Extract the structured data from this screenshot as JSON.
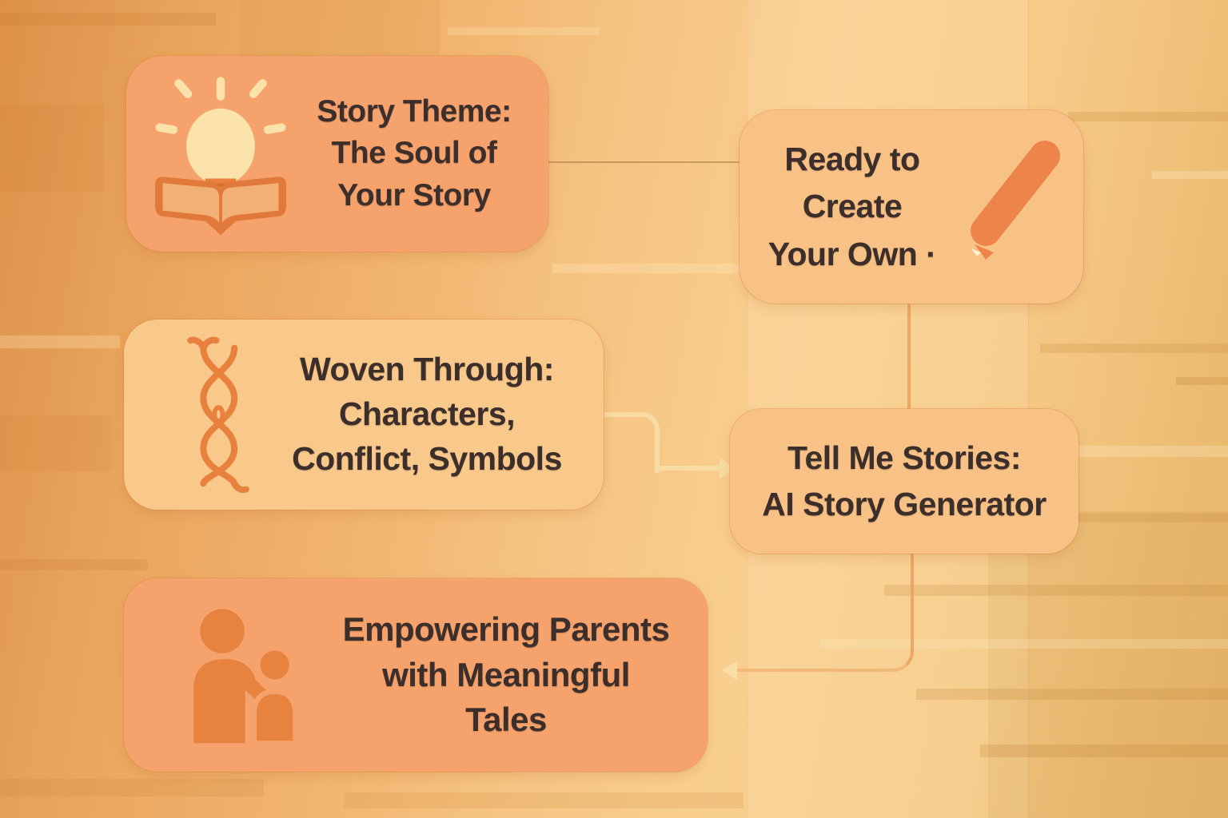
{
  "title": "Story theme infographic flowchart",
  "palette": {
    "background_left": "#DD9149",
    "background_mid": "#F9CF8F",
    "background_right": "#E7B56B",
    "node_orange": "#F5A26C",
    "node_peach": "#F9C98C",
    "node_light": "#F8C287",
    "text": "#3C2F2B",
    "icon_orange": "#E8813E",
    "icon_deep_orange": "#DF7839",
    "bulb_cream": "#FBE2AA",
    "connector_orange": "#EDA362",
    "connector_cream": "#F7DCA4"
  },
  "nodes": [
    {
      "id": "story-theme",
      "icon": "book-bulb-icon",
      "lines": [
        "Story Theme:",
        "The Soul of",
        "Your Story"
      ]
    },
    {
      "id": "woven-through",
      "icon": "braid-icon",
      "lines": [
        "Woven Through:",
        "Characters,",
        "Conflict, Symbols"
      ]
    },
    {
      "id": "empowering-parents",
      "icon": "parents-icon",
      "lines": [
        "Empowering Parents",
        "with Meaningful",
        "Tales"
      ]
    },
    {
      "id": "ready-to-create",
      "icon": "pencil-icon",
      "lines": [
        "Ready to",
        "Create",
        "Your Own ·"
      ]
    },
    {
      "id": "tell-me-stories",
      "icon": null,
      "lines": [
        "Tell Me Stories:",
        "AI Story Generator"
      ]
    }
  ],
  "connectors": [
    {
      "id": "story-theme-to-ready",
      "from": "story-theme",
      "to": "ready-to-create",
      "style": "thin-line"
    },
    {
      "id": "woven-to-generator",
      "from": "woven-through",
      "to": "tell-me-stories",
      "style": "elbow-arrow-right"
    },
    {
      "id": "ready-to-generator",
      "from": "ready-to-create",
      "to": "tell-me-stories",
      "style": "vertical-line"
    },
    {
      "id": "generator-to-parents",
      "from": "tell-me-stories",
      "to": "empowering-parents",
      "style": "elbow-arrow-left"
    }
  ]
}
